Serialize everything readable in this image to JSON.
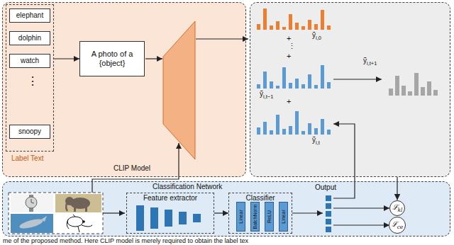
{
  "diagram": {
    "caption": "me of the proposed method. Here CLIP model is merely required to obtain the label tex",
    "nodes": [
      {
        "text": [
          "CLIP Model"
        ]
      },
      {
        "text": [
          "Label Text"
        ],
        "in": 0
      },
      {
        "text": [
          "elephant"
        ],
        "in": 1
      },
      {
        "text": [
          "dolphin"
        ],
        "in": 1
      },
      {
        "text": [
          "watch"
        ],
        "in": 1
      },
      {
        "text": [
          "snoopy"
        ],
        "in": 1
      },
      {
        "text": [
          "A photo of a {object}"
        ],
        "in": 0
      },
      {
        "text": [
          "ỹi,0",
          "ỹi,t−1",
          "ỹi,t",
          "ỹi,t+1"
        ]
      },
      {
        "text": [
          "Classification Network"
        ]
      },
      {
        "text": [
          "Feature extractor"
        ],
        "in": 8
      },
      {
        "text": [
          "Classifier"
        ],
        "in": 8
      },
      {
        "text": [
          "Linear"
        ],
        "in": 10
      },
      {
        "text": [
          "BatchNorm"
        ],
        "in": 10
      },
      {
        "text": [
          "ReLU"
        ],
        "in": 10
      },
      {
        "text": [
          "Linear"
        ],
        "in": 10
      },
      {
        "text": [
          "ℒkl"
        ],
        "in": 8
      },
      {
        "text": [
          "ℒce"
        ],
        "in": 8
      }
    ],
    "edges": [
      {
        "from": 1,
        "to": 6,
        "arrow": "to"
      },
      {
        "from": 9,
        "to": 10,
        "arrow": "to"
      },
      {
        "from": 7,
        "to": 15,
        "arrow": "to"
      }
    ],
    "labels": [
      "⋮",
      "+",
      "⋮",
      "+",
      "+",
      "Output"
    ]
  }
}
